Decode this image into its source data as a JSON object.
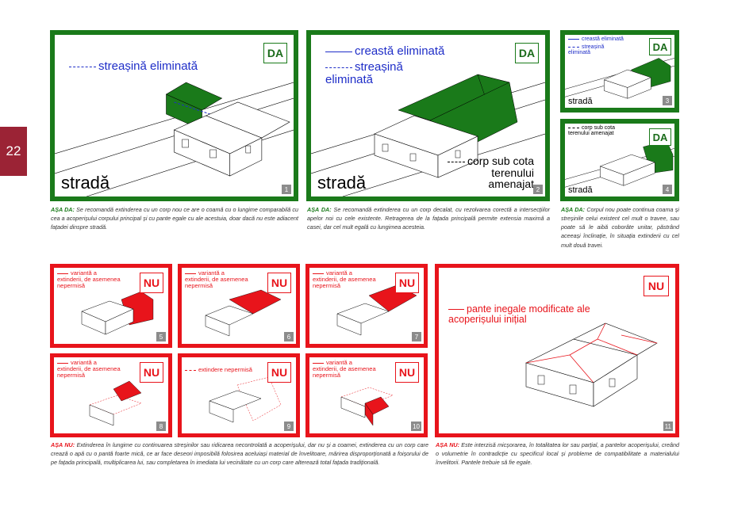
{
  "page_number": "22",
  "colors": {
    "accent": "#9b2335",
    "green": "#1a7a1a",
    "red": "#e8141b",
    "blue": "#1f2ec8"
  },
  "badges": {
    "yes": "DA",
    "no": "NU"
  },
  "top_panels": [
    {
      "id": "1",
      "labels": [
        "streașină eliminată"
      ],
      "street": "stradă"
    },
    {
      "id": "2",
      "labels": [
        "creastă eliminată",
        "streașină eliminată",
        "corp sub cota terenului amenajat"
      ],
      "street": "stradă"
    },
    {
      "id": "3",
      "labels": [
        "creastă eliminată",
        "streașină eliminată"
      ],
      "street": "stradă"
    },
    {
      "id": "4",
      "labels": [
        "corp sub cota terenului amenajat"
      ],
      "street": "stradă"
    }
  ],
  "bottom_panels": [
    {
      "id": "5",
      "label": "variantă a extinderii, de asemenea nepermisă"
    },
    {
      "id": "6",
      "label": "variantă a extinderii, de asemenea nepermisă"
    },
    {
      "id": "7",
      "label": "variantă a extinderii, de asemenea nepermisă"
    },
    {
      "id": "8",
      "label": "variantă a extinderii, de asemenea nepermisă"
    },
    {
      "id": "9",
      "label": "extindere nepermisă"
    },
    {
      "id": "10",
      "label": "variantă a extinderii, de asemenea nepermisă"
    },
    {
      "id": "11",
      "label": "pante inegale modificate ale acoperișului inițial"
    }
  ],
  "captions": {
    "c1_lead": "AȘA DA:",
    "c1_text": " Se recomandă extinderea cu un corp nou ce are o coamă cu o lungime comparabilă cu cea a acoperișului corpului principal și cu pante egale cu ale acestuia, doar dacă nu este adiacent fațadei dinspre stradă.",
    "c2_lead": "AȘA DA:",
    "c2_text": " Se recomandă extinderea cu un corp decalat, cu rezolvarea corectă a intersecțiilor apelor noi cu cele existente. Retragerea de la fațada principală permite extensia maximă a casei, dar cel mult egală cu lungimea acesteia.",
    "c3_lead": "AȘA DA:",
    "c3_text": " Corpul nou poate continua coama și streșinile celui existent cel mult o travee, sau poate să le aibă coborâte unitar, păstrând aceeași înclinație, în situația extinderii cu cel mult două travei.",
    "c4_lead": "AȘA NU:",
    "c4_text": " Extinderea în lungime cu continuarea streșinilor sau ridicarea necontrolată a acoperișului, dar nu și a coamei, extinderea cu un corp care crează o apă cu o pantă foarte mică, ce ar face deseori imposibilă folosirea aceluiași material de învelitoare, mărirea disproporționată a foișorului de pe fațada principală, multiplicarea lui, sau completarea în imediata lui vecinătate cu un corp care alterează total fațada tradițională.",
    "c5_lead": "AȘA NU:",
    "c5_text": " Este interzisă micșorarea, în totalitatea lor sau parțial, a pantelor acoperișului, creând o volumetrie în contradicție cu specificul local și probleme de compatibilitate a materialului învelitorii. Pantele trebuie să fie egale."
  }
}
